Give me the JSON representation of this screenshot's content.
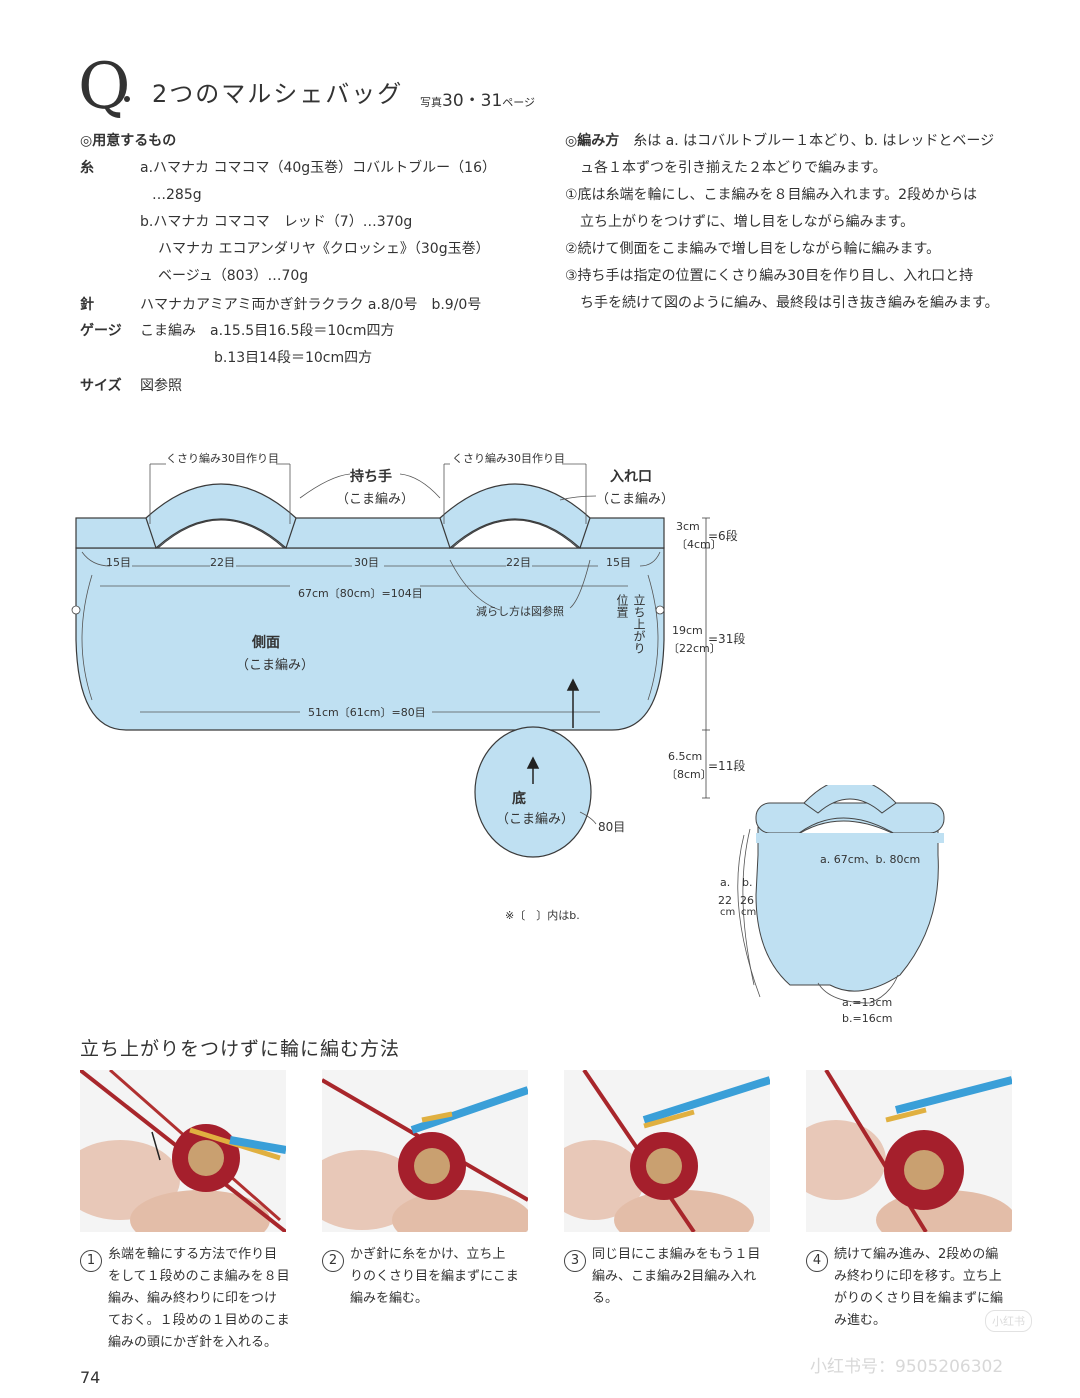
{
  "header": {
    "q_letter": "Q",
    "title": "2つのマルシェバッグ",
    "photo_ref_prefix": "写真",
    "photo_ref_pages": "30・31",
    "photo_ref_suffix": "ページ"
  },
  "materials": {
    "heading": "◎用意するもの",
    "yarn_label": "糸",
    "yarn_a_1": "a.ハマナカ コマコマ（40g玉巻）コバルトブルー（16）",
    "yarn_a_2": "…285g",
    "yarn_b_1": "b.ハマナカ コマコマ　レッド（7）…370g",
    "yarn_b_2": "ハマナカ エコアンダリヤ《クロッシェ》（30g玉巻）",
    "yarn_b_3": "ベージュ（803）…70g",
    "needle_label": "針",
    "needle_value": "ハマナカアミアミ両かぎ針ラクラク a.8/0号　b.9/0号",
    "gauge_label": "ゲージ",
    "gauge_a": "こま編み　a.15.5目16.5段＝10cm四方",
    "gauge_b": "b.13目14段＝10cm四方",
    "size_label": "サイズ",
    "size_value": "図参照"
  },
  "method": {
    "heading": "◎編み方",
    "intro_1": "糸は a. はコバルトブルー１本どり、b. はレッドとベージ",
    "intro_2": "ュ各１本ずつを引き揃えた２本どりで編みます。",
    "step1_a": "①底は糸端を輪にし、こま編みを８目編み入れます。2段めからは",
    "step1_b": "立ち上がりをつけずに、増し目をしながら編みます。",
    "step2": "②続けて側面をこま編みで増し目をしながら輪に編みます。",
    "step3_a": "③持ち手は指定の位置にくさり編み30目を作り目し、入れ口と持",
    "step3_b": "ち手を続けて図のように編み、最終段は引き抜き編みを編みます。"
  },
  "diagram": {
    "chain1": "くさり編み30目作り目",
    "chain2": "くさり編み30目作り目",
    "handle_label": "持ち手",
    "handle_sub": "（こま編み）",
    "opening_label": "入れ口",
    "opening_sub": "（こま編み）",
    "m15a": "15目",
    "m22a": "22目",
    "m30": "30目",
    "m22b": "22目",
    "m15b": "15目",
    "width_top": "67cm〔80cm〕=104目",
    "decrease_note": "減らし方は図参照",
    "side_label": "側面",
    "side_sub": "（こま編み）",
    "rise_position": "立ち上がり位置",
    "width_bottom": "51cm〔61cm〕=80目",
    "bottom_label": "底",
    "bottom_sub": "（こま編み）",
    "bottom_count": "80目",
    "dim1_cm": "3cm",
    "dim1_b": "〔4cm〕",
    "dim1_rows": "=6段",
    "dim2_cm": "19cm",
    "dim2_b": "〔22cm〕",
    "dim2_rows": "=31段",
    "dim3_cm": "6.5cm",
    "dim3_b": "〔8cm〕",
    "dim3_rows": "=11段",
    "note": "※〔　〕内はb.",
    "colors": {
      "fill": "#bfe0f2",
      "stroke": "#3a3a3a"
    }
  },
  "small_diagram": {
    "width_label": "a. 67cm、b. 80cm",
    "a_label": "a.",
    "b_label": "b.",
    "a_height": "22",
    "b_height": "26",
    "cm": "cm",
    "bottom_a": "a.=13cm",
    "bottom_b": "b.=16cm"
  },
  "section": {
    "title": "立ち上がりをつけずに輪に編む方法"
  },
  "steps": [
    {
      "num": "1",
      "l1": "糸端を輪にする方法で作り目",
      "l2": "をして１段めのこま編みを８目",
      "l3": "編み、編み終わりに印をつけ",
      "l4": "ておく。１段めの１目めのこま",
      "l5": "編みの頭にかぎ針を入れる。"
    },
    {
      "num": "2",
      "l1": "かぎ針に糸をかけ、立ち上",
      "l2": "りのくさり目を編まずにこま",
      "l3": "編みを編む。"
    },
    {
      "num": "3",
      "l1": "同じ目にこま編みをもう１目",
      "l2": "編み、こま編み2目編み入れる。"
    },
    {
      "num": "4",
      "l1": "続けて編み進み、2段めの編",
      "l2": "み終わりに印を移す。立ち上",
      "l3": "がりのくさり目を編まずに編",
      "l4": "み進む。"
    }
  ],
  "footer": {
    "page_number": "74",
    "watermark": "小红书号：9505206302",
    "watermark_logo": "小红书"
  }
}
